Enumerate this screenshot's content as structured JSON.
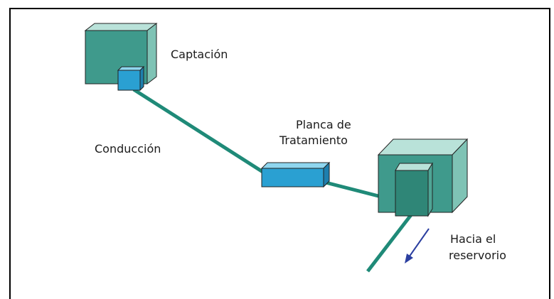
{
  "labels": {
    "captacion": "Captación",
    "conduccion": "Conducción",
    "planta_line1": "Planca de",
    "planta_line2": "Tratamiento",
    "hacia_line1": "Hacia el",
    "hacia_line2": "reservorio"
  },
  "colors": {
    "pipe": "#1f8a78",
    "box_front": "#3f9a8c",
    "box_top": "#b9e2d9",
    "box_side": "#7fc3b5",
    "small_front": "#2aa0d2",
    "small_top": "#8fd6ef",
    "arrow": "#2b3fa0",
    "frame": "#000000"
  }
}
